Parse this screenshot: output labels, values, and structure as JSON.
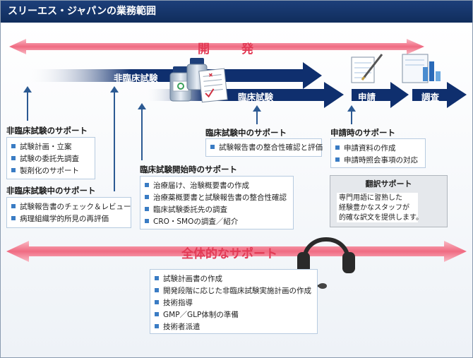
{
  "title": "スリーエス・ジャパンの業務範囲",
  "top_arrow": {
    "label": "開　発"
  },
  "bottom_arrow": {
    "label": "全体的なサポート"
  },
  "bars": {
    "nonclinical": "非臨床試験",
    "clinical": "臨床試験",
    "application": "申請",
    "inspection": "調査"
  },
  "sections": {
    "nonclinical_support": {
      "title": "非臨床試験のサポート",
      "items": [
        "試験計画・立案",
        "試験の委託先調査",
        "製剤化のサポート"
      ]
    },
    "nonclinical_during": {
      "title": "非臨床試験中のサポート",
      "items": [
        "試験報告書のチェック＆レビュー",
        "病理組織学的所見の再評価"
      ]
    },
    "clinical_start": {
      "title": "臨床試験開始時のサポート",
      "items": [
        "治療届け、治験概要書の作成",
        "治療薬概要書と試験報告書の整合性確認",
        "臨床試験委託先の調査",
        "CRO・SMOの調査／紹介"
      ]
    },
    "clinical_during": {
      "title": "臨床試験中のサポート",
      "items": [
        "試験報告書の整合性確認と評価"
      ]
    },
    "application_support": {
      "title": "申請時のサポート",
      "items": [
        "申請資料の作成",
        "申請時照会事項の対応"
      ]
    },
    "overall_support": {
      "items": [
        "試験計画書の作成",
        "開発段階に応じた非臨床試験実施計画の作成",
        "技術指導",
        "GMP／GLP体制の準備",
        "技術者派遣"
      ]
    }
  },
  "translation": {
    "title": "翻訳サポート",
    "lines": [
      "専門用語に習熟した",
      "経験豊かなスタッフが",
      "的確な訳文を提供します。"
    ]
  },
  "icons": [
    "medicine-bottles-icon",
    "document-checklist-icon",
    "application-form-icon",
    "survey-chart-icon",
    "headset-icon",
    "speech-bubble-icon"
  ],
  "colors": {
    "navy": "#0f2f6e",
    "accent_pink": "#e23a55",
    "box_border": "#b7cbe0",
    "bullet": "#3a7cc4"
  }
}
